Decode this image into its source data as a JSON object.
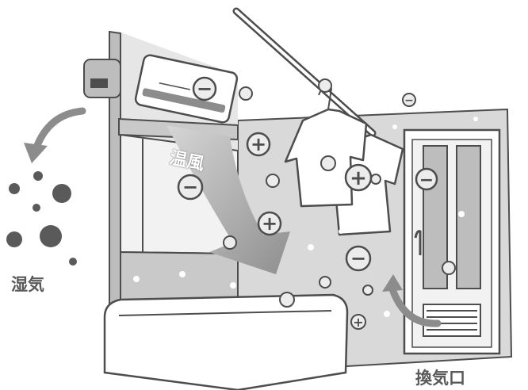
{
  "labels": {
    "humidity": "湿気",
    "warm_air": "温風",
    "ventilation_port": "換気口"
  },
  "ions": {
    "positive_symbol": "+",
    "negative_symbol": "−"
  },
  "colors": {
    "wall": "#d9d9d9",
    "wall_dark": "#bdbdbd",
    "outline": "#4d4d4d",
    "arrow_gray": "#8c8c8c",
    "ion_fill": "#ececec",
    "text": "#595959"
  }
}
